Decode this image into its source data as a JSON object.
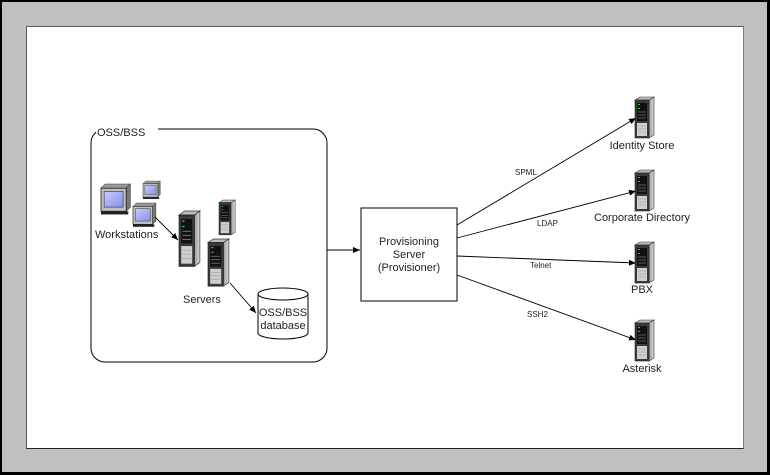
{
  "diagram": {
    "group": {
      "label": "OSS/BSS"
    },
    "workstations": {
      "label": "Workstations"
    },
    "servers": {
      "label": "Servers"
    },
    "database": {
      "line1": "OSS/BSS",
      "line2": "database"
    },
    "provisioner": {
      "line1": "Provisioning",
      "line2": "Server",
      "line3": "(Provisioner)"
    },
    "targets": [
      {
        "label": "Identity Store",
        "protocol": "SPML"
      },
      {
        "label": "Corporate Directory",
        "protocol": "LDAP"
      },
      {
        "label": "PBX",
        "protocol": "Telnet"
      },
      {
        "label": "Asterisk",
        "protocol": "SSH2"
      }
    ]
  }
}
